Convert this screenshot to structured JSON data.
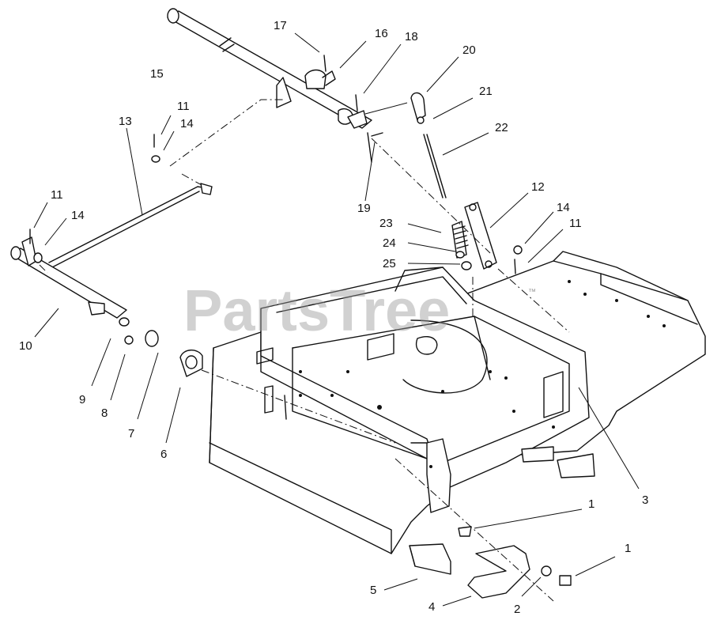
{
  "watermark": {
    "text": "PartsTree",
    "trademark": "™"
  },
  "callouts": [
    "17",
    "16",
    "18",
    "20",
    "21",
    "22",
    "15",
    "11",
    "14",
    "13",
    "12",
    "23",
    "14",
    "11",
    "24",
    "25",
    "19",
    "11",
    "14",
    "10",
    "9",
    "8",
    "7",
    "6",
    "3",
    "1",
    "1",
    "5",
    "2",
    "4"
  ]
}
